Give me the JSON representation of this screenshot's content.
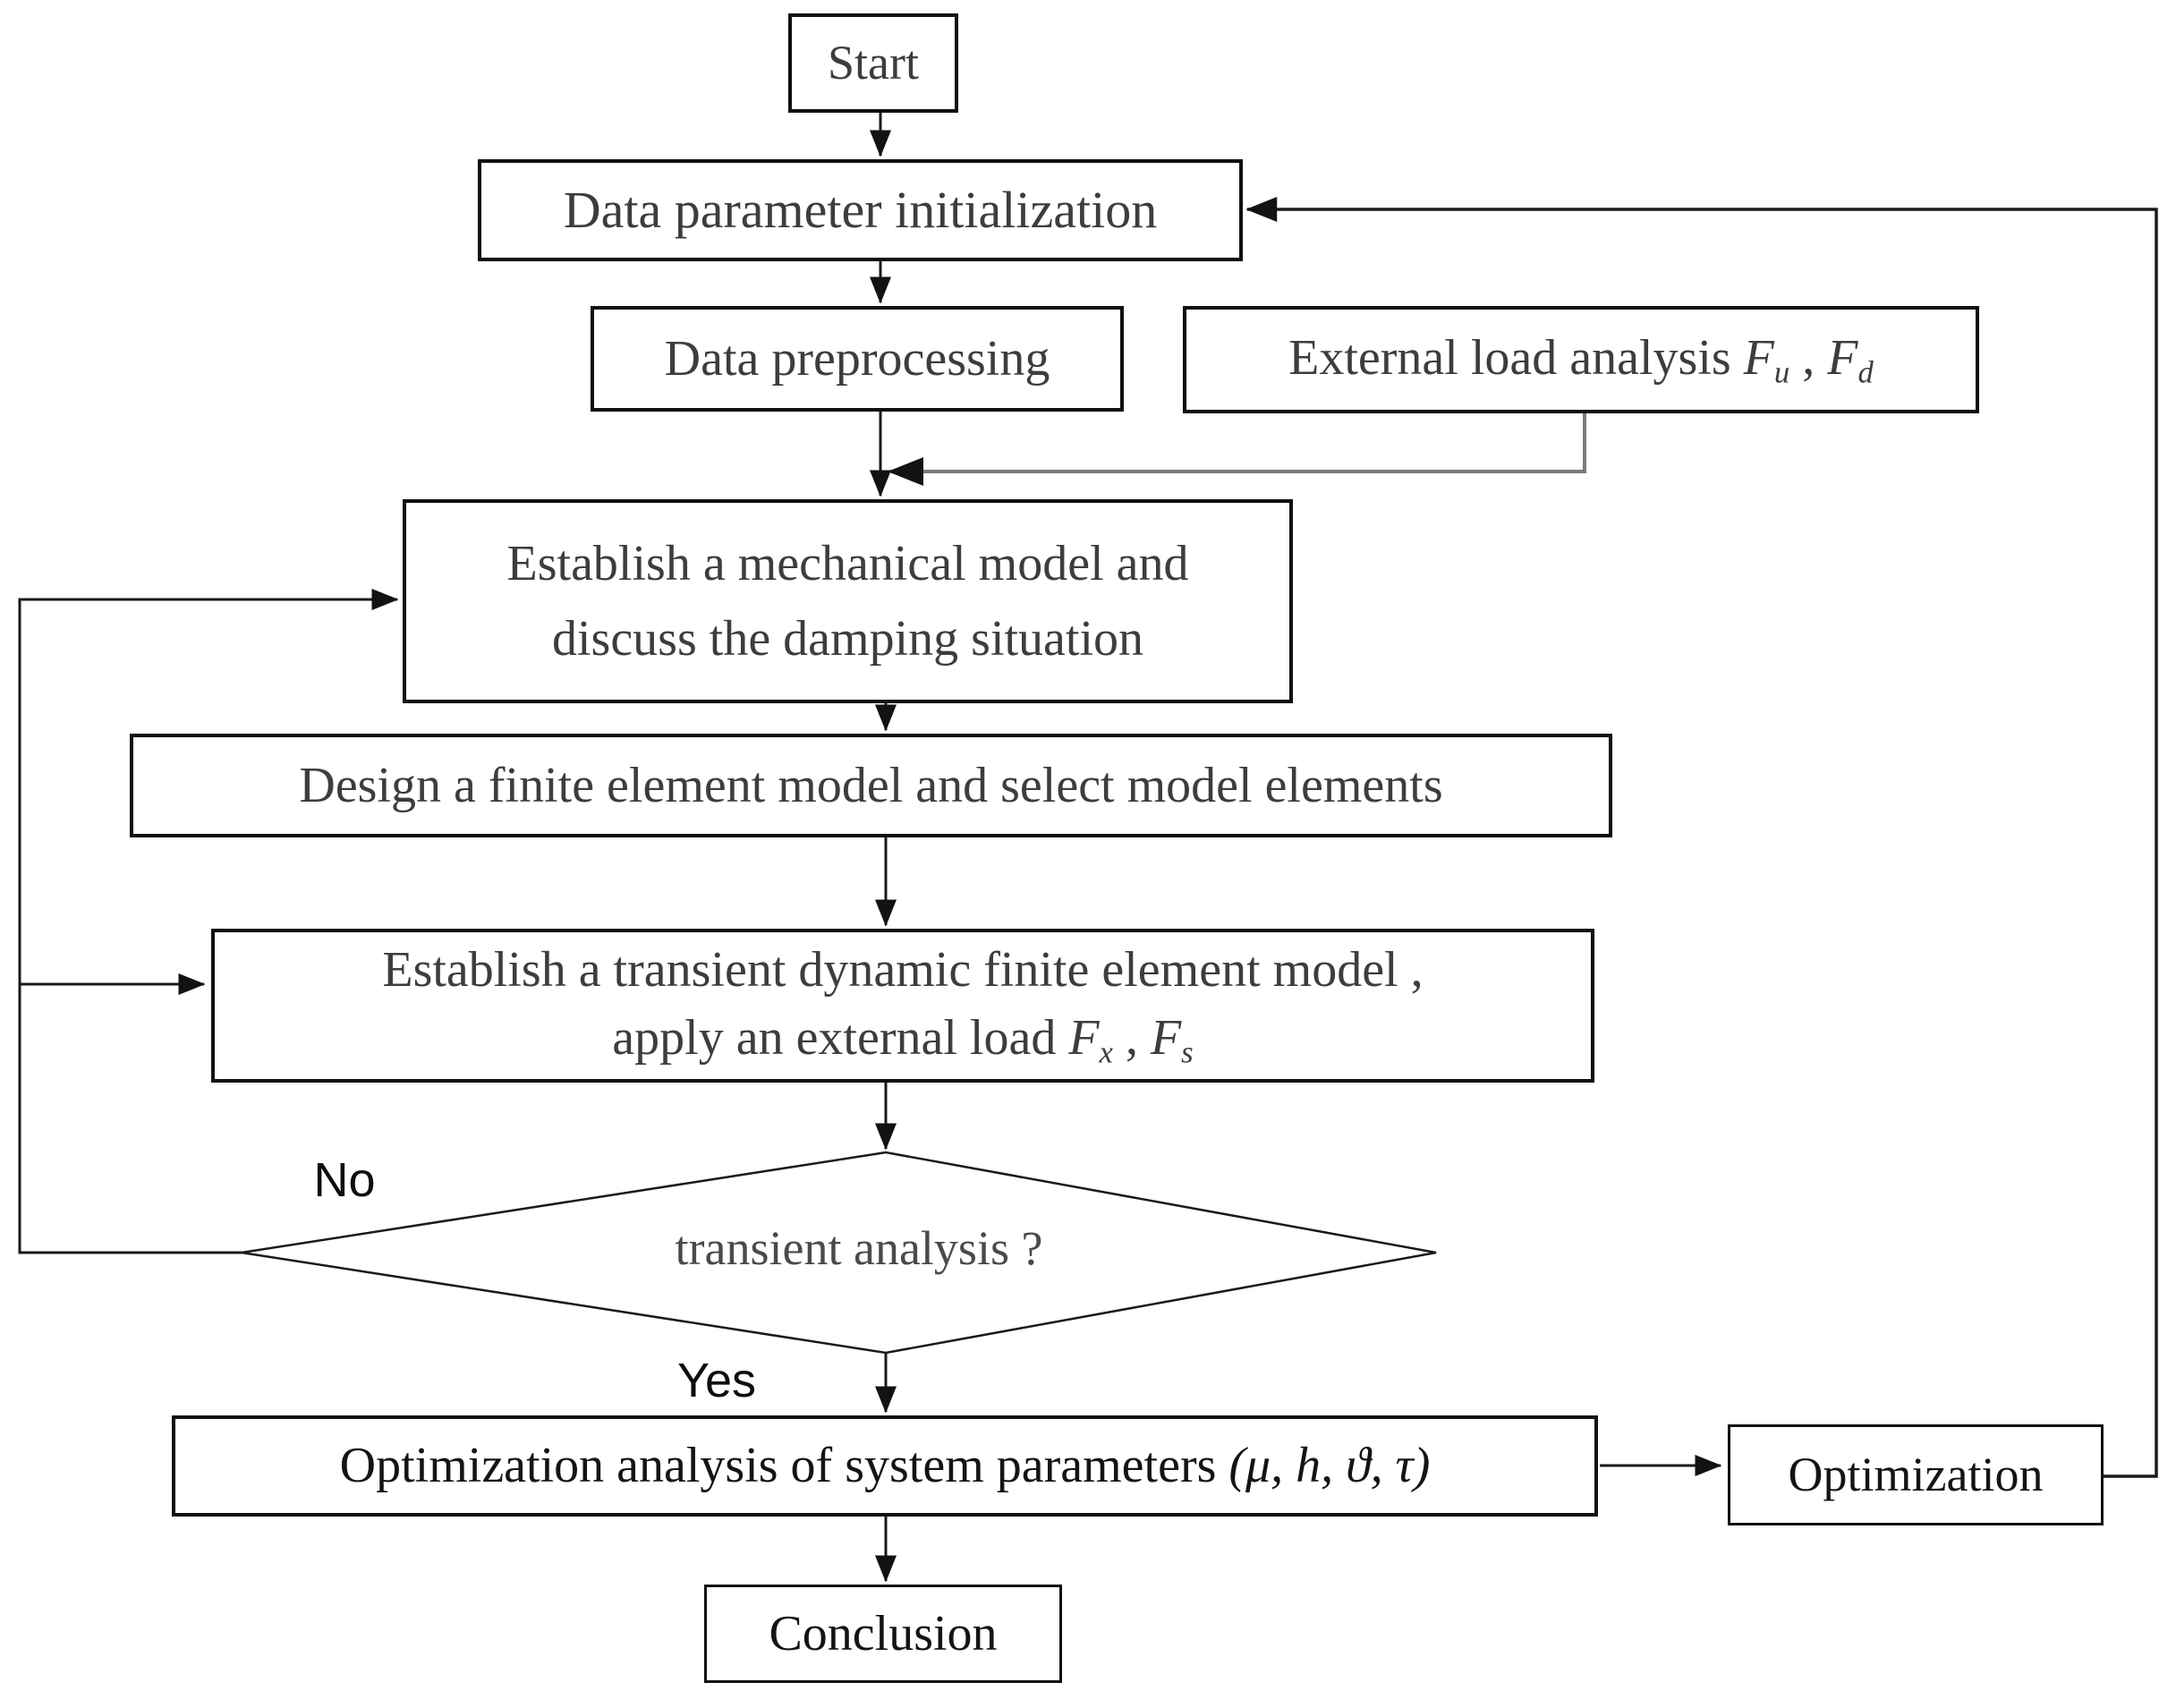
{
  "nodes": {
    "start": {
      "label": "Start"
    },
    "init": {
      "label": "Data parameter initialization"
    },
    "preprocess": {
      "label": "Data preprocessing"
    },
    "external": {
      "prefix": "External load analysis ",
      "var1": "F",
      "var1_sub": "u",
      "separator": " , ",
      "var2": "F",
      "var2_sub": "d"
    },
    "mechanical": {
      "line1": "Establish a mechanical model and",
      "line2": "discuss the damping situation"
    },
    "design": {
      "label": "Design a finite element model and select model elements"
    },
    "transient": {
      "line1": "Establish a transient dynamic finite element model ,",
      "line2_prefix": "apply an external load ",
      "var1": "F",
      "var1_sub": "x",
      "separator": " , ",
      "var2": "F",
      "var2_sub": "s"
    },
    "decision": {
      "label": "transient analysis ?"
    },
    "opt_analysis": {
      "prefix": "Optimization analysis of system parameters ",
      "params": "(μ, h, ϑ, τ)"
    },
    "optimization": {
      "label": "Optimization"
    },
    "conclusion": {
      "label": "Conclusion"
    }
  },
  "edge_labels": {
    "no": "No",
    "yes": "Yes"
  },
  "colors": {
    "line": "#1a1a1a",
    "gray_line": "#7a7a7a",
    "box_text": "#3d3d3d",
    "dark_text": "#141414",
    "border": "#101010",
    "background": "#ffffff"
  }
}
